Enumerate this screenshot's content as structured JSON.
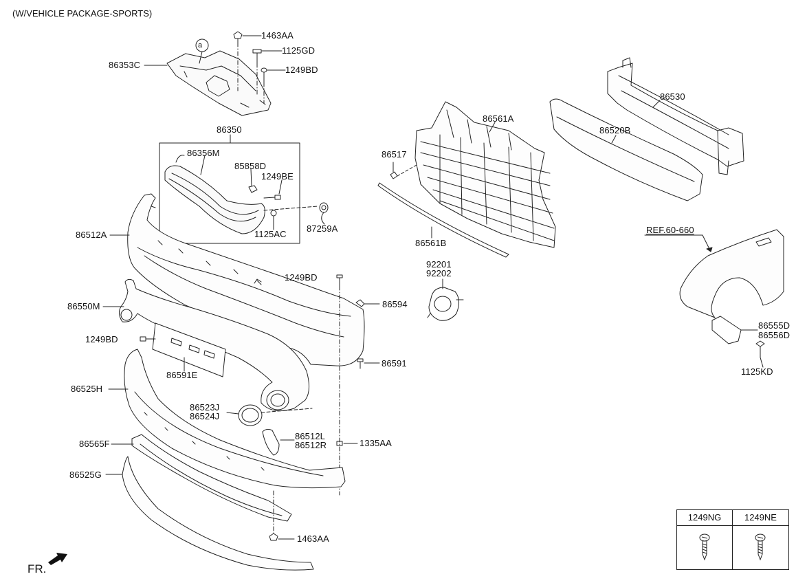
{
  "diagram": {
    "title": "(W/VEHICLE PACKAGE-SPORTS)",
    "front_marker": "FR.",
    "reference": "REF.60-660",
    "circle_marker": "a",
    "labels": {
      "p1463AA_top": "1463AA",
      "p1125GD": "1125GD",
      "p1249BD_top": "1249BD",
      "p86353C": "86353C",
      "p86350": "86350",
      "p86356M": "86356M",
      "p85858D": "85858D",
      "p1249BE": "1249BE",
      "p1125AC": "1125AC",
      "p87259A": "87259A",
      "p86512A": "86512A",
      "p1249BD_mid": "1249BD",
      "p86594": "86594",
      "p86550M": "86550M",
      "p1249BD_left": "1249BD",
      "p86591E": "86591E",
      "p86591": "86591",
      "p86525H": "86525H",
      "p86523J": "86523J",
      "p86524J": "86524J",
      "p86512L": "86512L",
      "p86512R": "86512R",
      "p1335AA": "1335AA",
      "p86565F": "86565F",
      "p86525G": "86525G",
      "p1463AA_bot": "1463AA",
      "p86561A": "86561A",
      "p86517": "86517",
      "p86561B": "86561B",
      "p92201": "92201",
      "p92202": "92202",
      "p86530": "86530",
      "p86520B": "86520B",
      "p86555D": "86555D",
      "p86556D": "86556D",
      "p1125KD": "1125KD"
    },
    "legend": {
      "col1": "1249NG",
      "col2": "1249NE"
    }
  }
}
